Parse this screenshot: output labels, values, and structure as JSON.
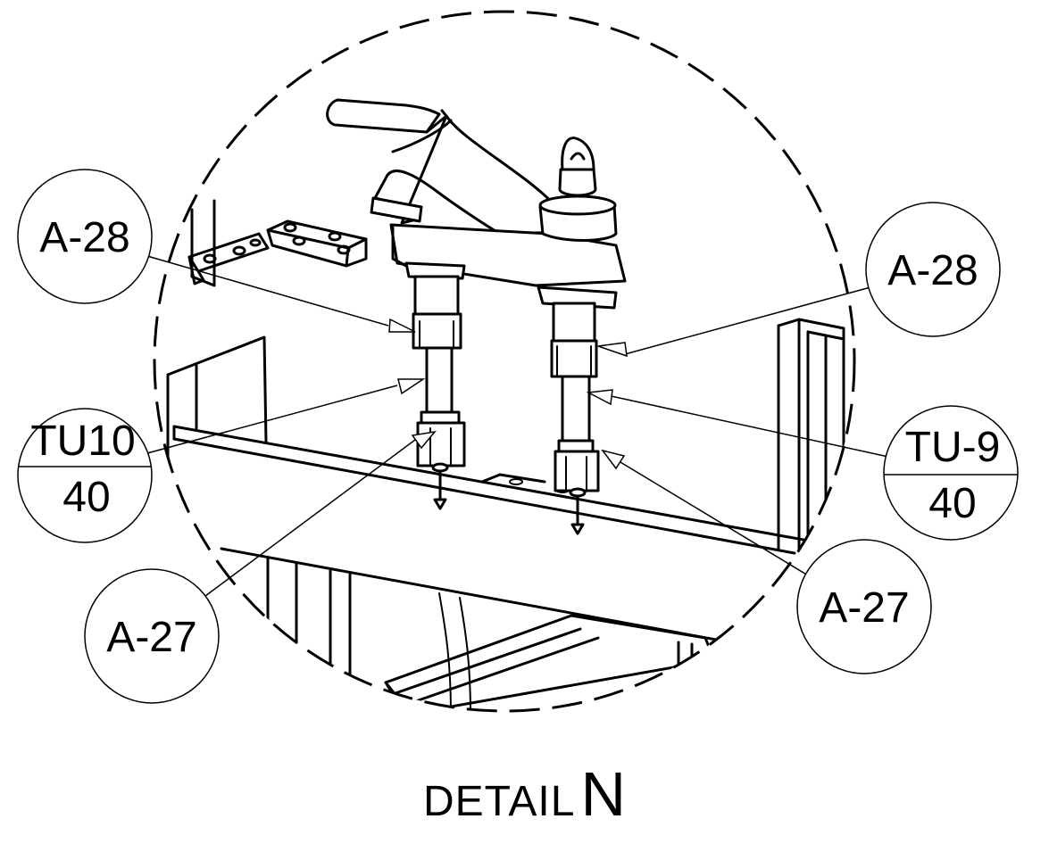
{
  "drawing": {
    "line_color": "#000000",
    "background": "#ffffff",
    "callouts": {
      "a28_left": "A-28",
      "a28_right": "A-28",
      "tu10_top": "TU10",
      "tu10_bottom": "40",
      "tu9_top": "TU-9",
      "tu9_bottom": "40",
      "a27_left": "A-27",
      "a27_right": "A-27"
    },
    "caption": {
      "prefix": "DETAIL",
      "letter": "N"
    }
  }
}
